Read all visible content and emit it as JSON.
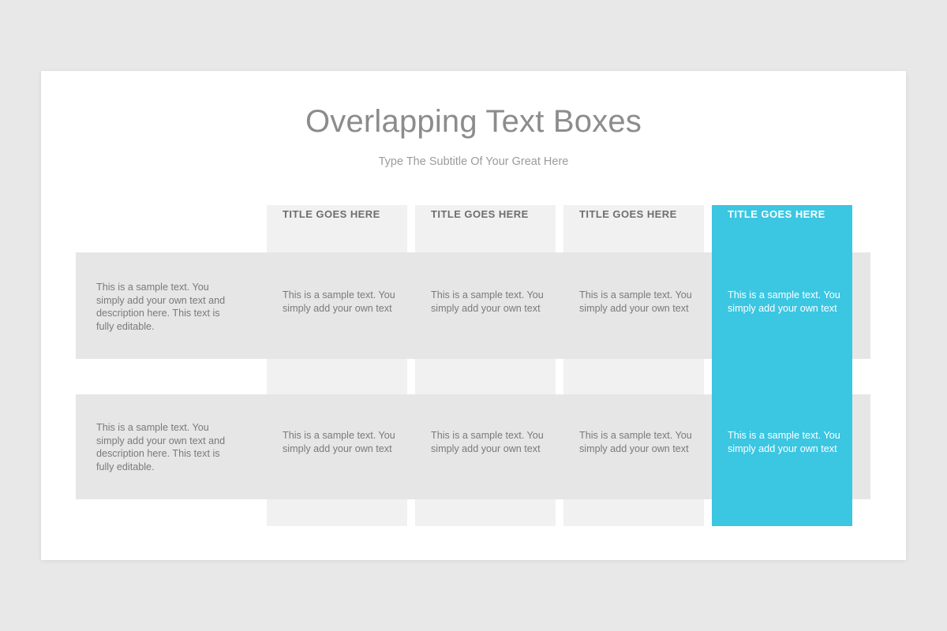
{
  "slide": {
    "title": "Overlapping Text Boxes",
    "subtitle": "Type The Subtitle Of Your Great Here"
  },
  "colors": {
    "page_background": "#e8e8e9",
    "slide_background": "#ffffff",
    "column_strip": "#f1f1f1",
    "row_band": "#e6e6e6",
    "accent": "#3bc6e2",
    "title_text": "#8c8c8c",
    "subtitle_text": "#9b9b9b",
    "body_text": "#7a7a7a",
    "heading_text": "#6e6e6e",
    "accent_text": "#ffffff"
  },
  "columns": [
    {
      "title": "TITLE GOES HERE",
      "accent": false
    },
    {
      "title": "TITLE GOES HERE",
      "accent": false
    },
    {
      "title": "TITLE GOES HERE",
      "accent": false
    },
    {
      "title": "TITLE GOES HERE",
      "accent": true
    }
  ],
  "rows": [
    {
      "description": "This is a sample text. You simply add your own text and description here. This text is fully editable.",
      "cells": [
        "This is a sample text. You simply add your own text",
        "This is a sample text. You simply add your own text",
        "This is a sample text. You simply add your own text",
        "This is a sample text. You simply add your own text"
      ]
    },
    {
      "description": "This is a sample text. You simply add your own text and description here. This text is fully editable.",
      "cells": [
        "This is a sample text. You simply add your own text",
        "This is a sample text. You simply add your own text",
        "This is a sample text. You simply add your own text",
        "This is a sample text. You simply add your own text"
      ]
    }
  ]
}
